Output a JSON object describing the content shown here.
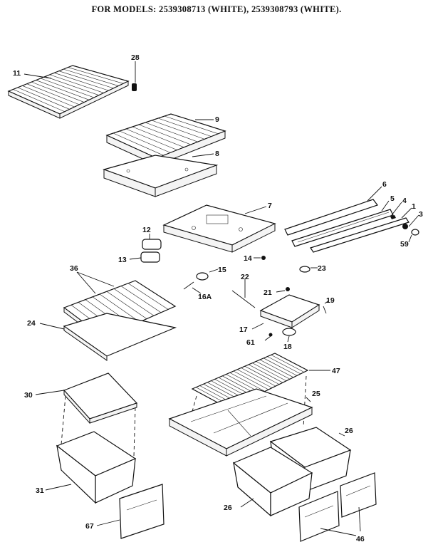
{
  "header": {
    "title": "FOR MODELS: 2539308713 (WHITE), 2539308793 (WHITE)."
  },
  "parts": {
    "p11": "11",
    "p28": "28",
    "p9": "9",
    "p8": "8",
    "p7": "7",
    "p6": "6",
    "p5": "5",
    "p4": "4",
    "p1": "1",
    "p3": "3",
    "p59": "59",
    "p12": "12",
    "p13": "13",
    "p14": "14",
    "p15": "15",
    "p16a": "16A",
    "p22": "22",
    "p23": "23",
    "p21": "21",
    "p19": "19",
    "p17": "17",
    "p61": "61",
    "p18": "18",
    "p36": "36",
    "p24": "24",
    "p30": "30",
    "p47": "47",
    "p25": "25",
    "p26a": "26",
    "p31": "31",
    "p26b": "26",
    "p67": "67",
    "p46": "46"
  }
}
